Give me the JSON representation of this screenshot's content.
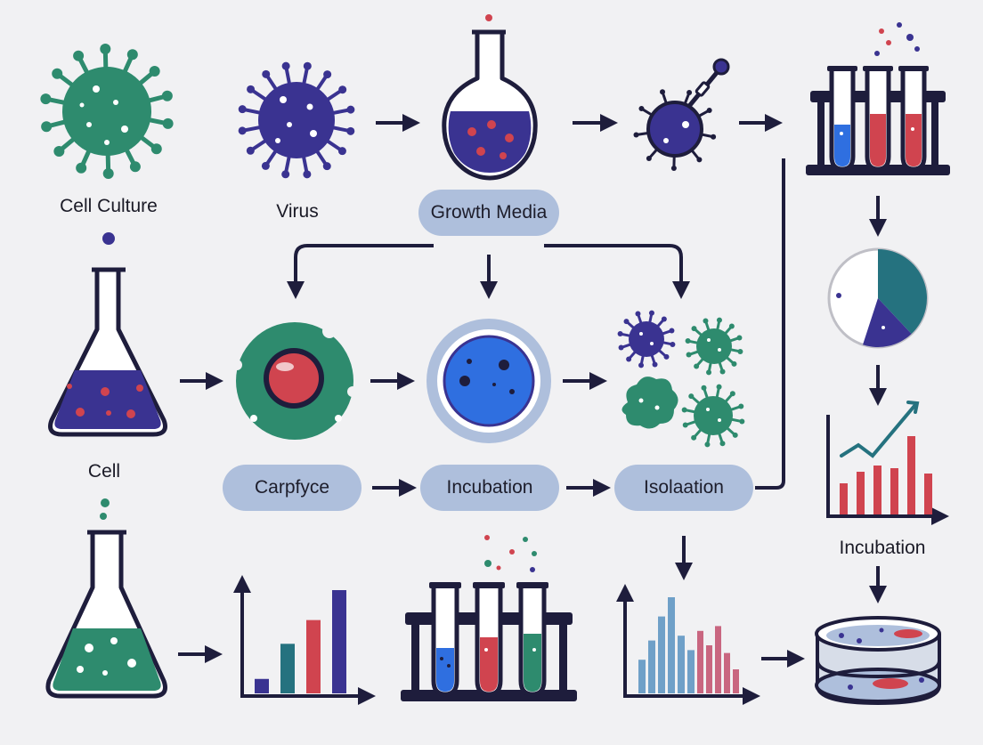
{
  "labels": {
    "cell_culture": "Cell Culture",
    "virus": "Virus",
    "growth_media": "Growth Media",
    "cell": "Cell",
    "carpfyce": "Carpfyce",
    "incubation_mid": "Incubation",
    "isolation": "Isolaation",
    "incubation_right": "Incubation"
  },
  "colors": {
    "navy": "#1e1d3c",
    "indigo": "#3a3391",
    "green": "#2e8b6e",
    "red": "#d0444f",
    "blue": "#2f6fe0",
    "teal": "#25727f",
    "pill": "#aebfdc",
    "pale_blue": "#6fa0c8",
    "pink": "#c96680"
  },
  "icons": [
    "green-virus-icon",
    "purple-virus-icon",
    "round-flask-icon",
    "virus-syringe-icon",
    "test-tube-rack-icon",
    "conical-flask-icon",
    "green-cell-icon",
    "blue-cell-icon",
    "virus-cluster-icon",
    "pie-chart-icon",
    "trend-bar-chart-icon",
    "green-flask-icon",
    "bar-chart-icon",
    "histogram-icon",
    "petri-dish-icon"
  ],
  "charts": {
    "pie": {
      "slices": [
        0.38,
        0.17,
        0.45
      ]
    },
    "trend": {
      "values": [
        0.35,
        0.48,
        0.55,
        0.52,
        0.88,
        0.46
      ]
    },
    "bars": {
      "values": [
        0.14,
        0.48,
        0.71,
        1.0
      ]
    },
    "histogram": {
      "blue_values": [
        0.35,
        0.55,
        0.8,
        1.0,
        0.6,
        0.45
      ],
      "pink_values": [
        0.65,
        0.5,
        0.7,
        0.42,
        0.25
      ]
    }
  }
}
